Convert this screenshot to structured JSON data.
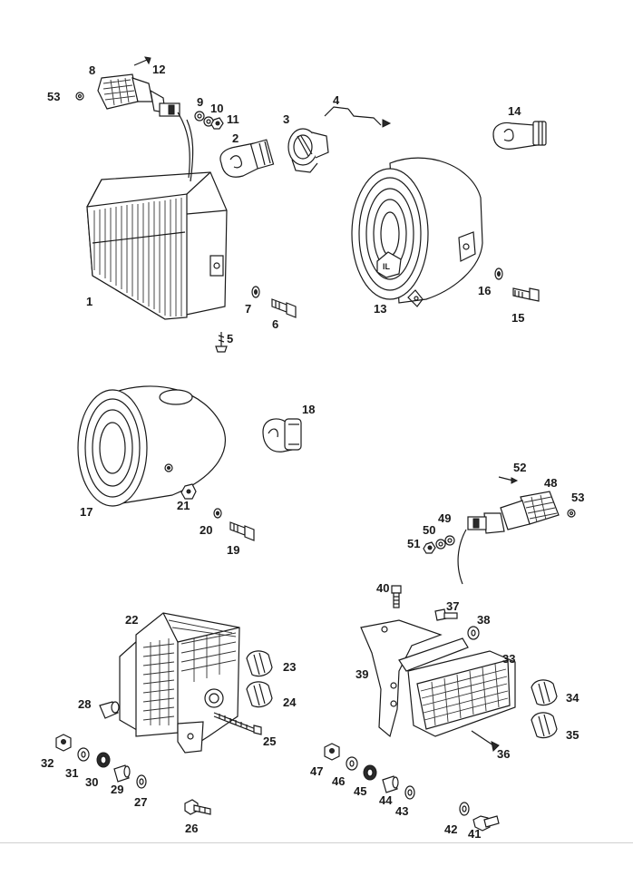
{
  "diagram": {
    "part_labels": [
      "1",
      "2",
      "3",
      "4",
      "5",
      "6",
      "7",
      "8",
      "9",
      "10",
      "11",
      "12",
      "13",
      "14",
      "15",
      "16",
      "17",
      "18",
      "19",
      "20",
      "21",
      "22",
      "23",
      "24",
      "25",
      "26",
      "27",
      "28",
      "29",
      "30",
      "31",
      "32",
      "33",
      "34",
      "35",
      "36",
      "37",
      "38",
      "39",
      "40",
      "41",
      "42",
      "43",
      "44",
      "45",
      "46",
      "47",
      "48",
      "49",
      "50",
      "51",
      "52",
      "53",
      "53"
    ]
  }
}
